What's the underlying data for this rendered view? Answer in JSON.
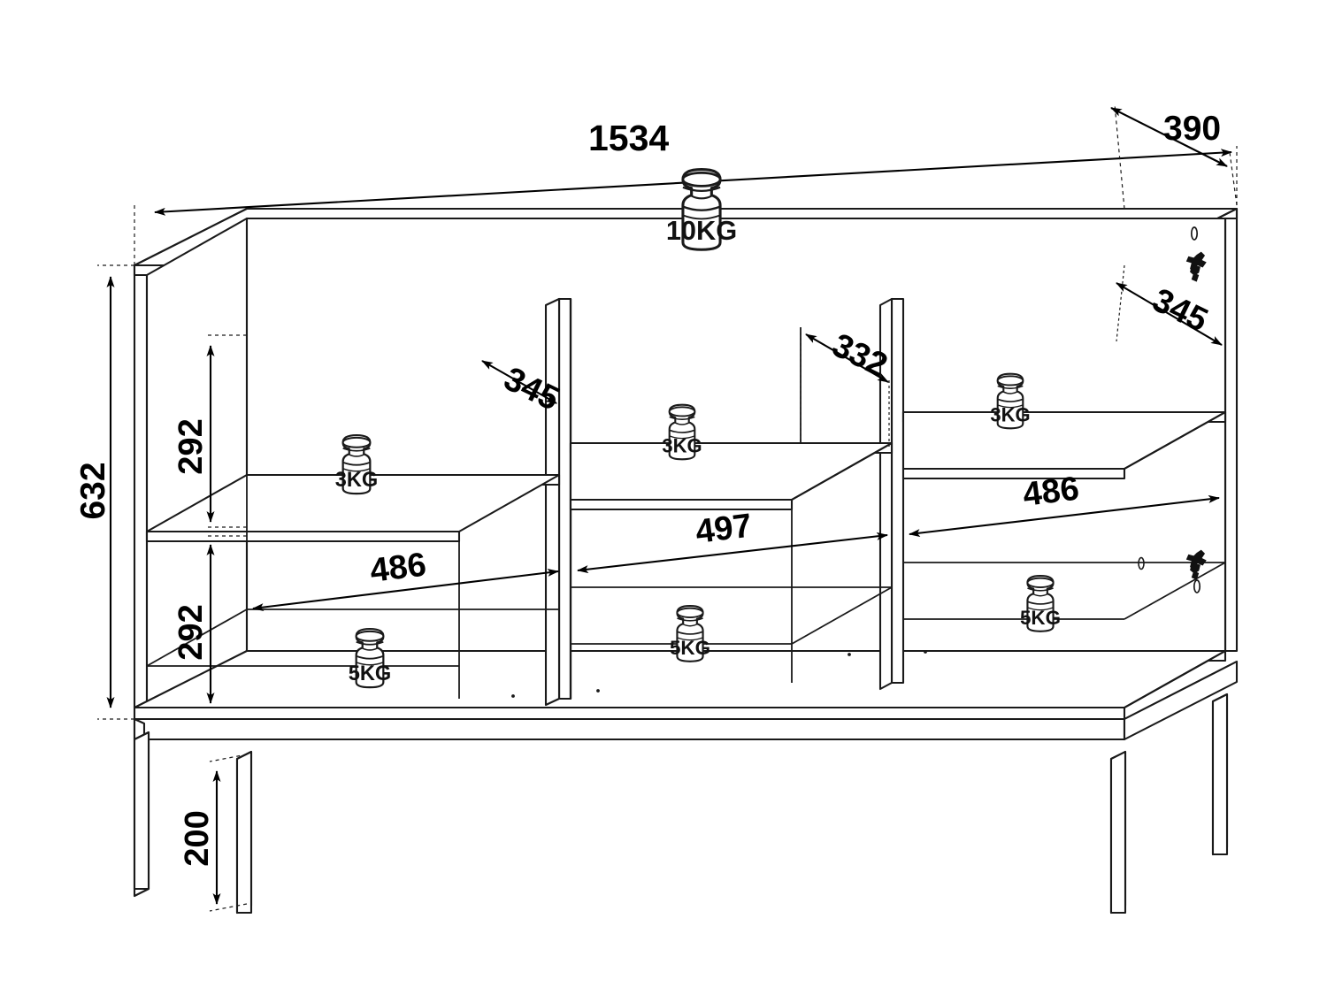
{
  "drawing": {
    "type": "isometric-technical-drawing",
    "subject": "sideboard-cabinet",
    "background_color": "#ffffff",
    "line_color": "#1a1a1a",
    "units": "mm"
  },
  "dimensions": {
    "overall_width": "1534",
    "overall_depth": "390",
    "overall_height": "632",
    "leg_height": "200",
    "compartment_height_upper": "292",
    "compartment_height_lower": "292",
    "shelf_depth_left": "345",
    "shelf_depth_right": "345",
    "divider_depth_middle": "332",
    "compartment_width_left": "486",
    "compartment_width_middle": "497",
    "compartment_width_right": "486"
  },
  "load_labels": {
    "top_panel": "10KG",
    "shelf_upper_left": "3KG",
    "shelf_upper_middle": "3KG",
    "shelf_upper_right": "3KG",
    "shelf_lower_left": "5KG",
    "shelf_lower_middle": "5KG",
    "shelf_lower_right": "5KG"
  },
  "hardware": {
    "hinge_upper": "hinge-plate",
    "hinge_lower": "hinge-plate",
    "pin_upper": "shelf-pin",
    "pin_lower": "shelf-pin"
  }
}
